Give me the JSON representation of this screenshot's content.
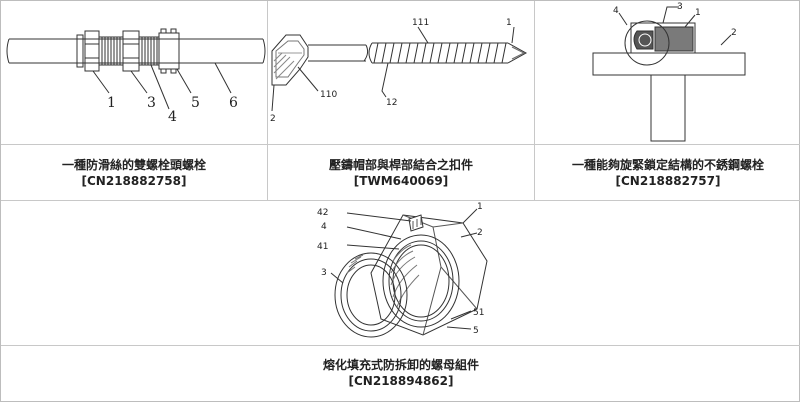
{
  "items": [
    {
      "title": "一種防滑絲的雙螺栓頭螺栓",
      "number": "[CN218882758]",
      "labels": [
        "1",
        "3",
        "4",
        "5",
        "6"
      ]
    },
    {
      "title": "壓鑄帽部與桿部結合之扣件",
      "number": "[TWM640069]",
      "labels": [
        "1",
        "2",
        "12",
        "110",
        "111"
      ]
    },
    {
      "title": "一種能夠旋緊鎖定結構的不銹鋼螺栓",
      "number": "[CN218882757]",
      "labels": [
        "1",
        "2",
        "3",
        "4"
      ]
    },
    {
      "title": "熔化填充式防拆卸的螺母組件",
      "number": "[CN218894862]",
      "labels": [
        "1",
        "2",
        "3",
        "4",
        "5",
        "41",
        "42",
        "51"
      ]
    }
  ]
}
